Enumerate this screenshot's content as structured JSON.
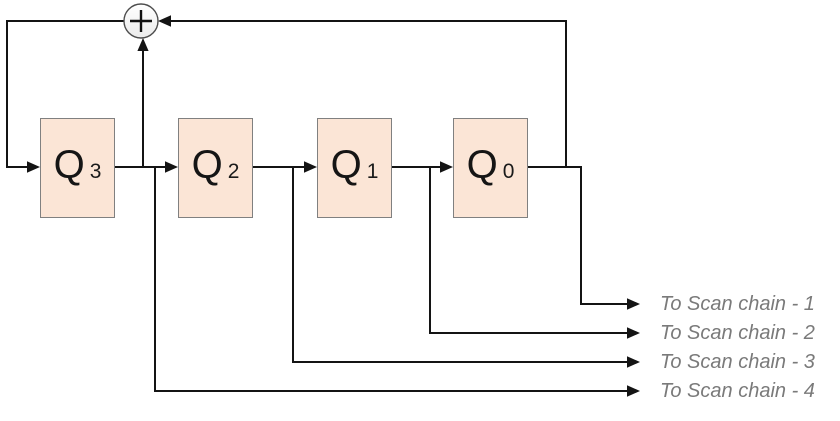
{
  "registers": [
    {
      "label": "Q",
      "subscript": "3"
    },
    {
      "label": "Q",
      "subscript": "2"
    },
    {
      "label": "Q",
      "subscript": "1"
    },
    {
      "label": "Q",
      "subscript": "0"
    }
  ],
  "xor_gate": {
    "symbol": "+"
  },
  "outputs": [
    {
      "label": "To Scan chain - 1"
    },
    {
      "label": "To Scan chain - 2"
    },
    {
      "label": "To Scan chain - 3"
    },
    {
      "label": "To Scan chain - 4"
    }
  ],
  "colors": {
    "register_fill": "#FBE5D6",
    "register_border": "#808080",
    "wire": "#141414",
    "output_label_text": "#7A7A7A",
    "xor_stroke": "#4D4D4D"
  }
}
